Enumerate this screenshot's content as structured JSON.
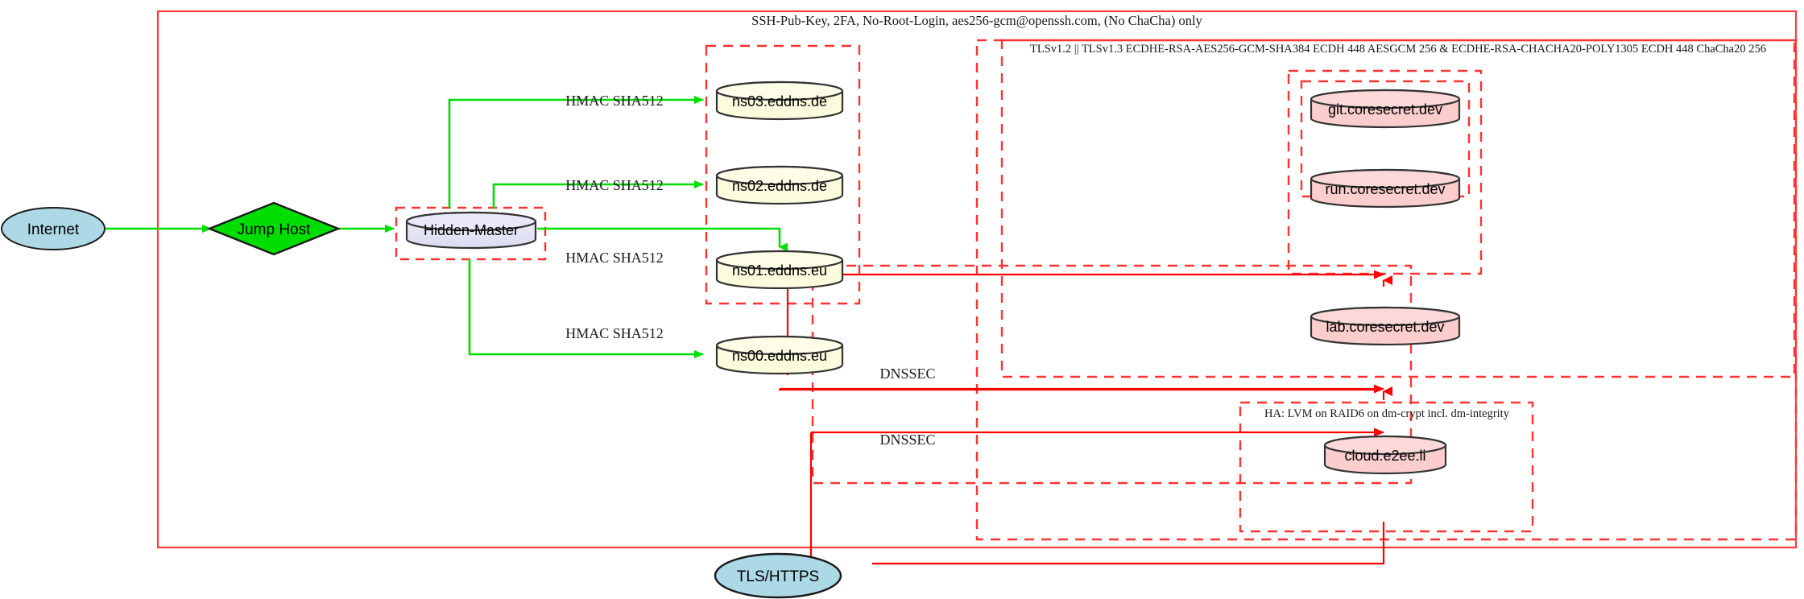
{
  "diagram": {
    "title_top": "SSH-Pub-Key, 2FA, No-Root-Login, aes256-gcm@openssh.com, (No ChaCha) only",
    "colors": {
      "boundary_red": "#ff0000",
      "cluster_red": "#ff3333",
      "edge_green": "#00dd00",
      "edge_red": "#ff0000",
      "internet_fill": "#add8e6",
      "jumphost_fill": "#00dd00",
      "master_fill": "#e2e2f5",
      "dns_fill": "#fbfbdd",
      "service_fill": "#fbcdcd"
    },
    "clusters": {
      "tls": "TLSv1.2 || TLSv1.3 ECDHE-RSA-AES256-GCM-SHA384 ECDH 448 AESGCM 256 & ECDHE-RSA-CHACHA20-POLY1305 ECDH 448 ChaCha20 256",
      "ha": "HA: LVM on RAID6 on dm-crypt incl. dm-integrity"
    },
    "nodes": {
      "internet": "Internet",
      "jump_host": "Jump Host",
      "hidden_master": "Hidden-Master",
      "tls_https": "TLS/HTTPS",
      "ns03": "ns03.eddns.de",
      "ns02": "ns02.eddns.de",
      "ns01": "ns01.eddns.eu",
      "ns00": "ns00.eddns.eu",
      "git": "git.coresecret.dev",
      "run": "run.coresecret.dev",
      "lab": "lab.coresecret.dev",
      "cloud": "cloud.e2ee.li"
    },
    "edge_labels": {
      "hmac_1": "HMAC SHA512",
      "hmac_2": "HMAC SHA512",
      "hmac_3": "HMAC SHA512",
      "hmac_4": "HMAC SHA512",
      "dnssec_1": "DNSSEC",
      "dnssec_2": "DNSSEC"
    }
  }
}
